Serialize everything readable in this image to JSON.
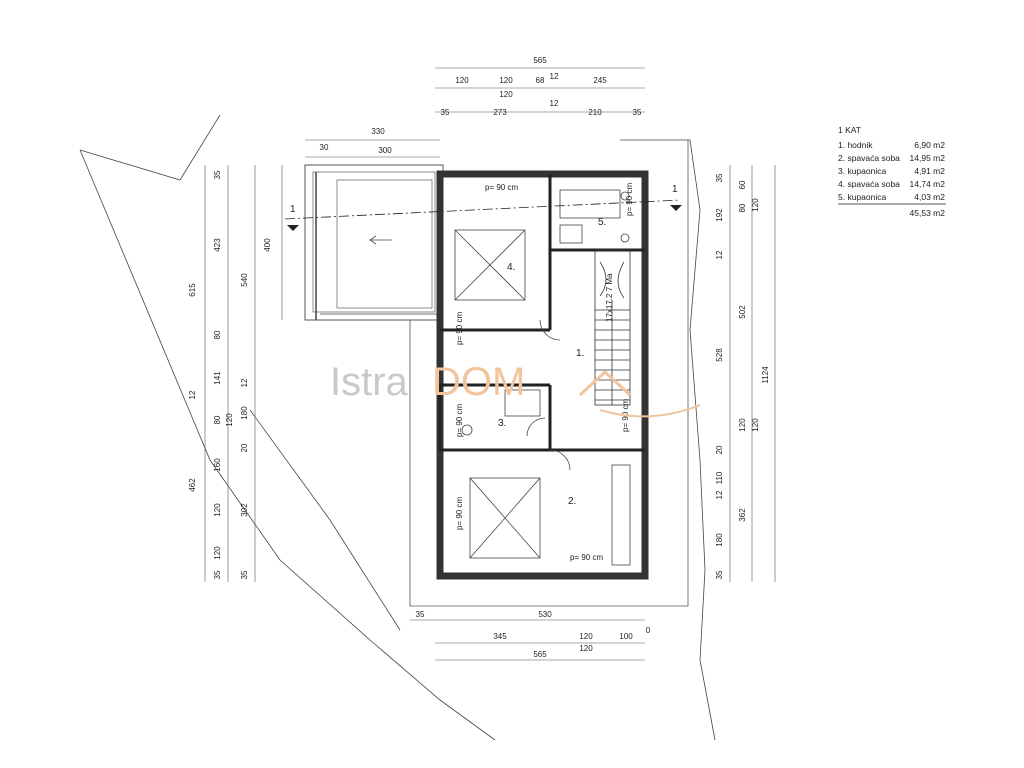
{
  "legend": {
    "title": "1 KAT",
    "rooms": [
      {
        "name": "1. hodnik",
        "area": "6,90 m2"
      },
      {
        "name": "2. spavaća soba",
        "area": "14,95 m2"
      },
      {
        "name": "3. kupaonica",
        "area": "4,91 m2"
      },
      {
        "name": "4. spavaća soba",
        "area": "14,74 m2"
      },
      {
        "name": "5. kupaonica",
        "area": "4,03 m2"
      }
    ],
    "total": "45,53 m2"
  },
  "watermark": {
    "part1": "Istra",
    "part2": "DOM"
  },
  "rooms": {
    "r1": "1.",
    "r2": "2.",
    "r3": "3.",
    "r4": "4.",
    "r5": "5."
  },
  "section": {
    "left": "1",
    "right": "1"
  },
  "stair_label": "17x17.2 7 Ma",
  "door_labels": {
    "d_top": "p= 90 cm",
    "d_r5": "p= 90 cm",
    "d_r4": "p= 90 cm",
    "d_r3": "p= 90 cm",
    "d_hall": "p= 90 cm",
    "d_r2": "p= 90 cm",
    "d_bottom": "p= 90 cm"
  },
  "dims": {
    "top": {
      "total": "565",
      "row1": [
        "120",
        "120",
        "68",
        "12",
        "245"
      ],
      "row1b": "120",
      "row2": [
        "35",
        "273",
        "12",
        "210",
        "35"
      ]
    },
    "terrace": {
      "total": "330",
      "a": "30",
      "b": "300",
      "height": "400"
    },
    "left": {
      "outer_top": "615",
      "outer_bottom": "462",
      "mid": "12",
      "inner": [
        "35",
        "423",
        "80",
        "141",
        "80",
        "160",
        "120",
        "120",
        "35"
      ],
      "second": [
        "540",
        "12",
        "120",
        "180",
        "20",
        "302",
        "35"
      ]
    },
    "right": {
      "total": "1124",
      "col1": [
        "35",
        "12",
        "528",
        "20",
        "12",
        "35"
      ],
      "col1b": [
        "60",
        "80",
        "192",
        "120",
        "110",
        "180"
      ],
      "col2": [
        "120",
        "502",
        "120",
        "362"
      ]
    },
    "bottom": {
      "row1": [
        "35",
        "530"
      ],
      "row2": [
        "345",
        "120",
        "100",
        "0"
      ],
      "row2b": "120",
      "total": "565"
    }
  }
}
